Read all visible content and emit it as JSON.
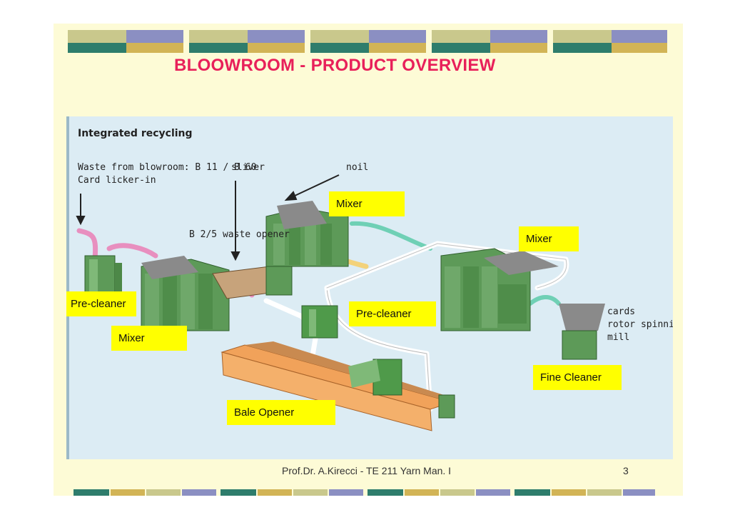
{
  "title": "BLOOWROOM - PRODUCT OVERVIEW",
  "diagram": {
    "heading": "Integrated recycling",
    "texts": {
      "waste_line1": "Waste from blowroom: B 11 / B 60",
      "waste_line2": "Card licker-in",
      "sliver": "sliver",
      "noil": "noil",
      "waste_opener": "B 2/5 waste opener",
      "cards": "cards",
      "rotor": "rotor spinning",
      "mill": "mill"
    },
    "labels": {
      "mixer_top": "Mixer",
      "mixer_right": "Mixer",
      "pre_cleaner_left": "Pre-cleaner",
      "mixer_left": "Mixer",
      "pre_cleaner_center": "Pre-cleaner",
      "fine_cleaner": "Fine Cleaner",
      "bale_opener": "Bale Opener"
    }
  },
  "footer": {
    "author": "Prof.Dr. A.Kirecci - TE 211 Yarn Man. I",
    "page": "3"
  },
  "colors": {
    "title": "#e8205a",
    "label_bg": "#ffff00",
    "slide_bg": "#fdfbd6",
    "diagram_bg": "#dcecf4",
    "machine_green": "#5d9a58"
  }
}
